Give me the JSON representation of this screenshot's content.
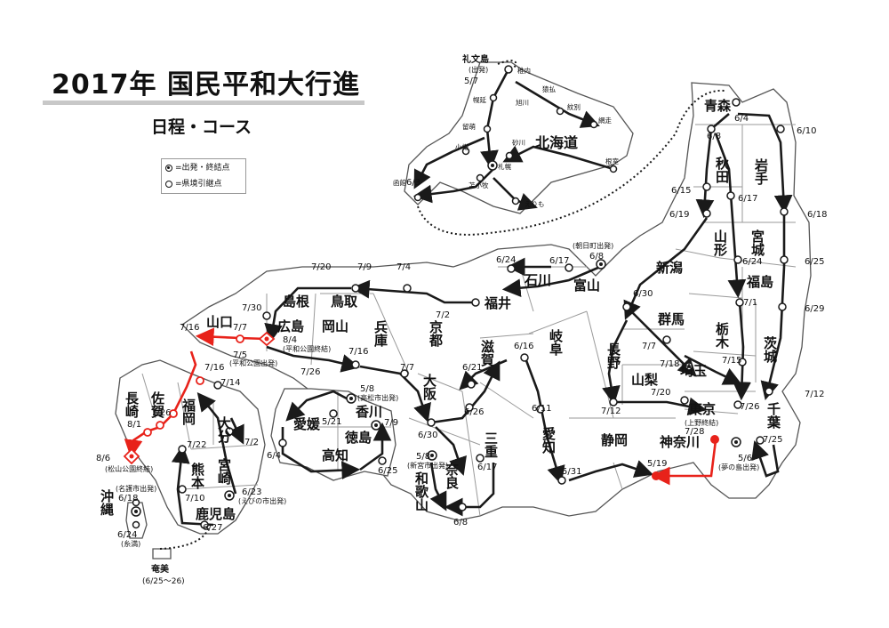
{
  "title": "2017年 国民平和大行進",
  "subtitle": "日程・コース",
  "legend": {
    "start_end": "=出発・終結点",
    "border": "=県境引継点"
  },
  "colors": {
    "route": "#1a1a1a",
    "route_red": "#e8221a",
    "outline": "#666666",
    "inner": "#9a9a9a"
  },
  "prefectures": [
    "北海道",
    "青森",
    "秋田",
    "岩手",
    "山形",
    "宮城",
    "新潟",
    "福島",
    "栃木",
    "茨城",
    "群馬",
    "埼玉",
    "千葉",
    "東京",
    "神奈川",
    "山梨",
    "長野",
    "静岡",
    "愛知",
    "岐阜",
    "富山",
    "石川",
    "福井",
    "滋賀",
    "三重",
    "京都",
    "大阪",
    "奈良",
    "和歌山",
    "兵庫",
    "鳥取",
    "島根",
    "岡山",
    "広島",
    "山口",
    "香川",
    "徳島",
    "愛媛",
    "高知",
    "福岡",
    "佐賀",
    "長崎",
    "大分",
    "熊本",
    "宮崎",
    "鹿児島",
    "沖縄"
  ],
  "hokkaido_stations": [
    "稚内",
    "猿払",
    "紋別",
    "網走",
    "旭川",
    "幌延",
    "留萌",
    "小樽",
    "砂川",
    "札幌",
    "根室",
    "苫小牧",
    "えりも",
    "函館"
  ],
  "dates": [
    "5/7",
    "6/3",
    "6/4",
    "6/8",
    "6/10",
    "6/15",
    "6/17",
    "6/18",
    "6/19",
    "6/24",
    "6/25",
    "6/29",
    "6/30",
    "7/1",
    "7/7",
    "7/12",
    "7/15",
    "7/18",
    "7/20",
    "7/25",
    "7/26",
    "7/28",
    "5/6",
    "5/19",
    "5/31",
    "6/11",
    "6/16",
    "6/21",
    "6/26",
    "6/30",
    "6/17",
    "6/8",
    "6/24",
    "6/17",
    "7/2",
    "7/4",
    "7/9",
    "7/20",
    "7/30",
    "7/16",
    "7/7",
    "8/4",
    "7/5",
    "7/16",
    "7/26",
    "7/7",
    "5/8",
    "5/21",
    "7/9",
    "6/4",
    "6/25",
    "7/16",
    "7/14",
    "7/26",
    "8/1",
    "8/6",
    "7/22",
    "7/10",
    "7/2",
    "6/23",
    "6/27",
    "6/18",
    "6/24",
    "5/8",
    "7/12",
    "6/8"
  ],
  "notes": {
    "rebun": "礼文島",
    "rebun_start": "(出発)",
    "asahi": "(朝日町出発)",
    "yumenoshima": "(夢の島出発)",
    "ueno": "(上野終結)",
    "heiwa_end": "(平和公園終結)",
    "heiwa_start": "(平和公園出発)",
    "takamatsu": "(高松市出発)",
    "shingu": "(新宮市出発)",
    "matsuyama": "(松山公園終結)",
    "nago": "(名護市出発)",
    "itoman": "(糸満)",
    "ebino": "(えびの市出発)",
    "amami": "奄美",
    "amami_dates": "(6/25〜26)"
  }
}
